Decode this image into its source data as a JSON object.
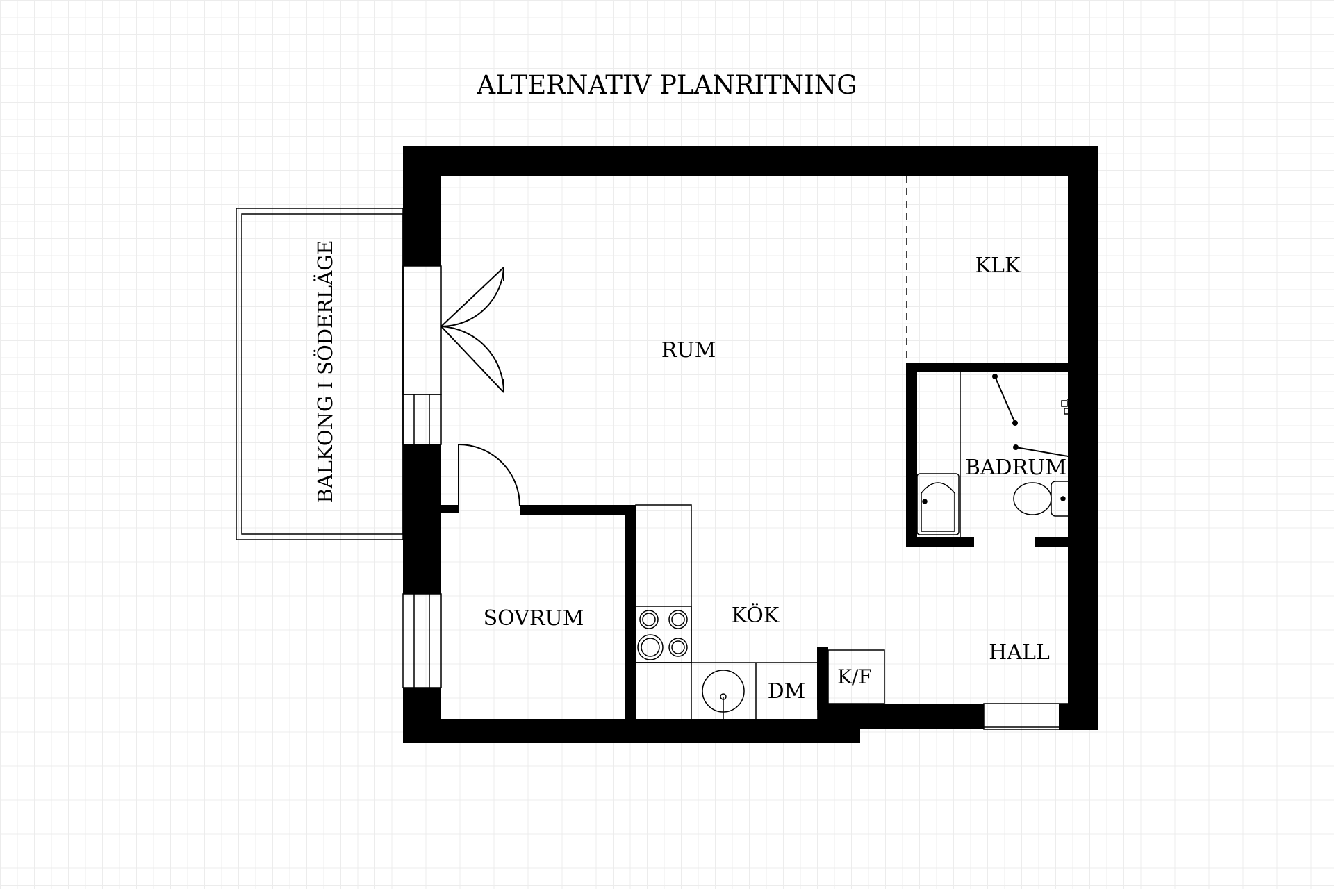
{
  "title": "ALTERNATIV PLANRITNING",
  "rooms": {
    "rum": "RUM",
    "klk": "KLK",
    "badrum": "BADRUM",
    "sovrum": "SOVRUM",
    "kok": "KÖK",
    "hall": "HALL",
    "dm": "DM",
    "kf": "K/F",
    "balkong": "BALKONG I SÖDERLÄGE"
  },
  "colors": {
    "wall": "#000000",
    "line": "#000000",
    "grid": "#ececec",
    "background": "#ffffff"
  }
}
